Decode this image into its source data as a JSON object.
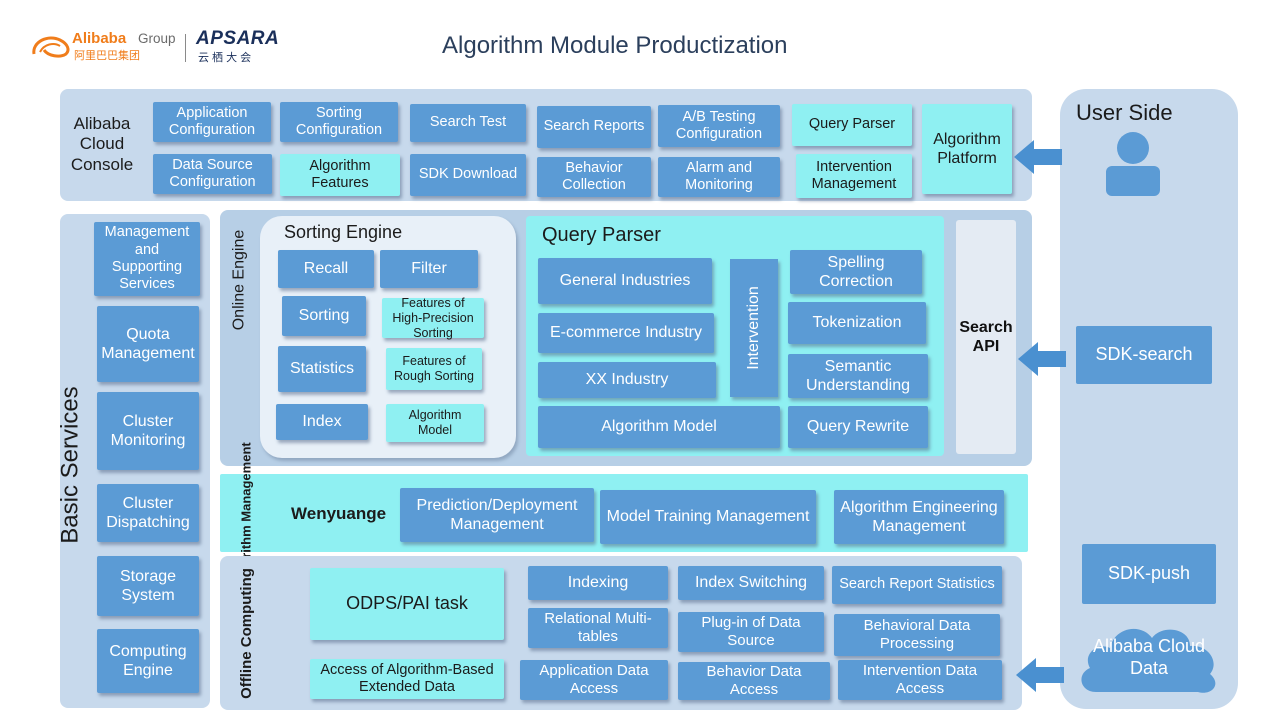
{
  "header": {
    "brand_alibaba": "Alibaba",
    "brand_group": "Group",
    "brand_alibaba_cn": "阿里巴巴集团",
    "brand_apsara": "APSARA",
    "brand_apsara_cn": "云 栖 大 会",
    "title": "Algorithm Module Productization"
  },
  "console": {
    "label": "Alibaba Cloud Console",
    "items": [
      "Application Configuration",
      "Sorting Configuration",
      "Search Test",
      "Search Reports",
      "A/B Testing Configuration",
      "Query Parser",
      "Data Source Configuration",
      "Algorithm Features",
      "SDK Download",
      "Behavior Collection",
      "Alarm and Monitoring",
      "Intervention Management"
    ],
    "platform": "Algorithm Platform"
  },
  "basic_services": {
    "label": "Basic Services",
    "items": [
      "Management and Supporting Services",
      "Quota Management",
      "Cluster Monitoring",
      "Cluster Dispatching",
      "Storage System",
      "Computing Engine"
    ]
  },
  "online_engine": {
    "label": "Online Engine",
    "sorting_engine": {
      "title": "Sorting Engine",
      "items": [
        "Recall",
        "Filter",
        "Sorting",
        "Features of High-Precision Sorting",
        "Statistics",
        "Features of Rough Sorting",
        "Index",
        "Algorithm Model"
      ]
    },
    "query_parser": {
      "title": "Query Parser",
      "items": [
        "General Industries",
        "E-commerce Industry",
        "XX Industry",
        "Intervention",
        "Spelling Correction",
        "Tokenization",
        "Semantic Understanding",
        "Algorithm Model",
        "Query Rewrite"
      ]
    },
    "search_api": "Search API"
  },
  "algorithm_management": {
    "label": "Algorithm Management",
    "wenyuange": "Wenyuange",
    "items": [
      "Prediction/Deployment Management",
      "Model Training Management",
      "Algorithm Engineering Management"
    ]
  },
  "offline_computing": {
    "label": "Offline Computing",
    "items": [
      "ODPS/PAI task",
      "Access of Algorithm-Based Extended Data",
      "Indexing",
      "Index Switching",
      "Search Report Statistics",
      "Relational Multi-tables",
      "Plug-in of Data Source",
      "Behavioral Data Processing",
      "Application Data Access",
      "Behavior Data Access",
      "Intervention Data Access"
    ]
  },
  "user_side": {
    "label": "User Side",
    "items": [
      "SDK-search",
      "SDK-push",
      "Alibaba Cloud Data"
    ]
  },
  "colors": {
    "box_blue": "#5b9bd5",
    "box_cyan": "#8ff0f2",
    "panel_light": "#c7d9ec",
    "arrow_blue": "#4a90d0"
  }
}
